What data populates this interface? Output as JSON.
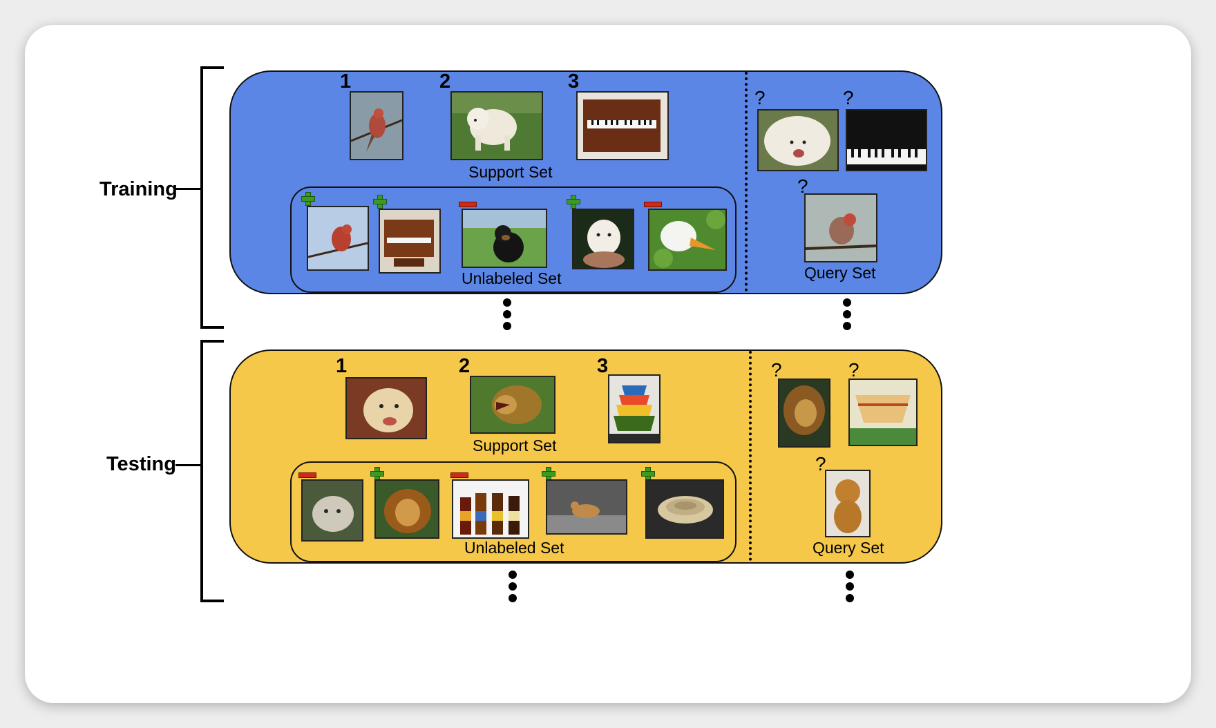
{
  "training": {
    "label": "Training",
    "support": {
      "numbers": [
        "1",
        "2",
        "3"
      ],
      "caption": "Support Set"
    },
    "unlabeled": {
      "caption": "Unlabeled Set",
      "marks": [
        "+",
        "+",
        "-",
        "+",
        "-"
      ]
    },
    "query": {
      "caption": "Query Set",
      "marks": [
        "?",
        "?",
        "?"
      ]
    }
  },
  "testing": {
    "label": "Testing",
    "support": {
      "numbers": [
        "1",
        "2",
        "3"
      ],
      "caption": "Support Set"
    },
    "unlabeled": {
      "caption": "Unlabeled Set",
      "marks": [
        "-",
        "+",
        "-",
        "+",
        "+"
      ]
    },
    "query": {
      "caption": "Query Set",
      "marks": [
        "?",
        "?",
        "?"
      ]
    }
  },
  "colors": {
    "training_panel": "#5b86e5",
    "testing_panel": "#f6c84a",
    "positive": "#3c9a21",
    "negative": "#d02a17"
  },
  "images": {
    "training_support": [
      "bird",
      "white-dog",
      "piano"
    ],
    "training_unlabeled": [
      "bird",
      "piano",
      "black-dog",
      "white-puppy",
      "duck"
    ],
    "training_query": [
      "white-dog",
      "piano",
      "bird"
    ],
    "testing_support": [
      "golden-dog",
      "lion",
      "bowls"
    ],
    "testing_unlabeled": [
      "wolf",
      "lion",
      "beer-bottles",
      "dog",
      "bowls"
    ],
    "testing_query": [
      "lion",
      "bowl",
      "dog"
    ]
  }
}
